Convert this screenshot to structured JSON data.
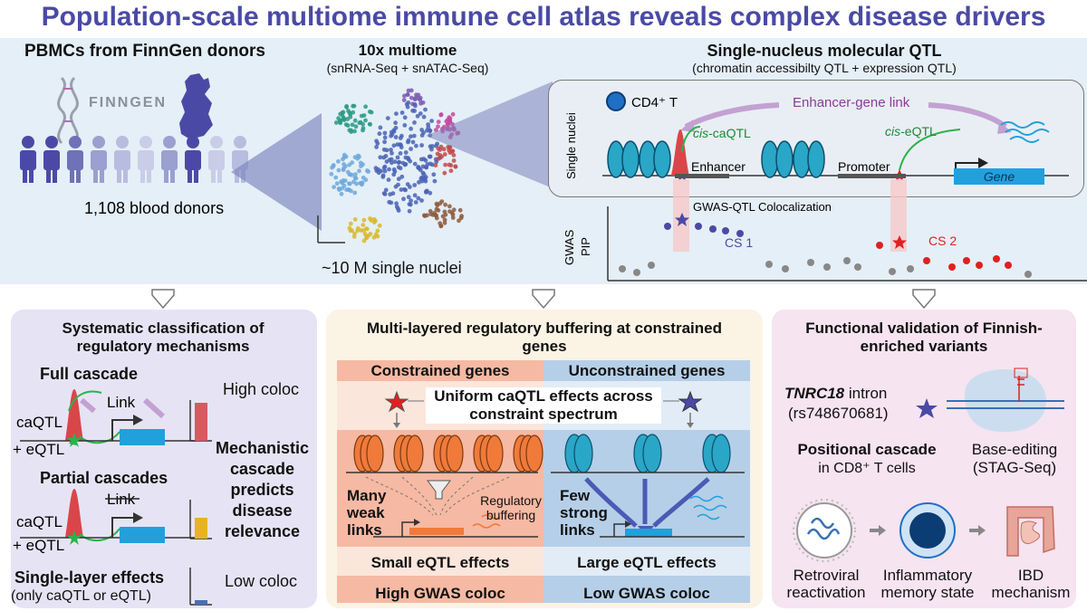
{
  "title": "Population-scale multiome immune cell atlas reveals complex disease drivers",
  "top": {
    "pbmc_heading": "PBMCs from FinnGen donors",
    "finngen_logo": "FINNGEN",
    "donor_count": "1,108 blood donors",
    "multiome_heading": "10x multiome",
    "multiome_sub": "(snRNA-Seq + snATAC-Seq)",
    "nuclei_count": "~10 M single nuclei",
    "qtl_heading": "Single-nucleus molecular QTL",
    "qtl_sub": "(chromatin accessibilty QTL + expression QTL)",
    "cell_type": "CD4⁺ T",
    "enhancer_gene_link": "Enhancer-gene link",
    "single_nuclei_label": "Single nuclei",
    "cis_caqtl_italic": "cis",
    "cis_caqtl_rest": "-caQTL",
    "cis_eqtl_italic": "cis",
    "cis_eqtl_rest": "-eQTL",
    "enhancer": "Enhancer",
    "promoter": "Promoter",
    "gene": "Gene",
    "coloc_label": "GWAS-QTL Colocalization",
    "gwas_axis": "GWAS",
    "pip_axis": "PIP",
    "cs1": "CS 1",
    "cs2": "CS 2"
  },
  "left_panel": {
    "heading": "Systematic classification of regulatory mechanisms",
    "full_cascade": "Full cascade",
    "link": "Link",
    "caqtl": "caQTL",
    "eqtl": "+ eQTL",
    "high_coloc": "High coloc",
    "mechanistic": "Mechanistic cascade predicts disease relevance",
    "partial_cascades": "Partial cascades",
    "link_struck": "Link",
    "single_layer": "Single-layer effects",
    "single_layer_sub": "(only caQTL or eQTL)",
    "low_coloc": "Low coloc",
    "bar_colors": {
      "high": "#d9595e",
      "mid": "#e6b422",
      "low": "#4a6fb5"
    }
  },
  "middle_panel": {
    "heading": "Multi-layered regulatory buffering at constrained genes",
    "constrained": "Constrained genes",
    "unconstrained": "Unconstrained genes",
    "uniform": "Uniform caQTL effects across constraint spectrum",
    "many_weak": "Many weak links",
    "regulatory_buffering": "Regulatory buffering",
    "few_strong": "Few strong links",
    "small_eqtl": "Small eQTL effects",
    "large_eqtl": "Large eQTL effects",
    "high_gwas": "High GWAS coloc",
    "low_gwas": "Low GWAS coloc"
  },
  "right_panel": {
    "heading": "Functional validation of Finnish-enriched variants",
    "gene_name": "TNRC18",
    "gene_suffix": " intron",
    "variant": "(rs748670681)",
    "positional": "Positional cascade",
    "positional_sub": "in CD8⁺ T cells",
    "base_editing": "Base-editing",
    "stag_seq": "(STAG-Seq)",
    "retroviral": "Retroviral reactivation",
    "inflammatory": "Inflammatory memory state",
    "ibd": "IBD mechanism"
  }
}
